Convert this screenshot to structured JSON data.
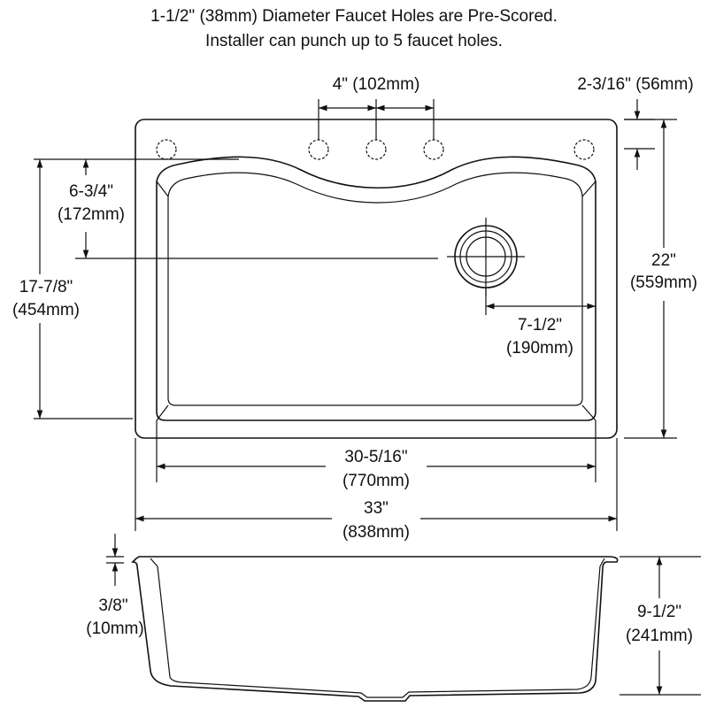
{
  "notes": {
    "line1": "1-1/2\" (38mm) Diameter Faucet Holes are Pre-Scored.",
    "line2": "Installer can punch up to 5 faucet holes."
  },
  "dimensions": {
    "faucet_spacing": "4\" (102mm)",
    "deck_depth": "2-3/16\" (56mm)",
    "overall_depth_in": "22\"",
    "overall_depth_mm": "(559mm)",
    "bowl_depth_in": "17-7/8\"",
    "bowl_depth_mm": "(454mm)",
    "drain_from_back_in": "6-3/4\"",
    "drain_from_back_mm": "(172mm)",
    "drain_from_side_in": "7-1/2\"",
    "drain_from_side_mm": "(190mm)",
    "bowl_width_in": "30-5/16\"",
    "bowl_width_mm": "(770mm)",
    "overall_width_in": "33\"",
    "overall_width_mm": "(838mm)",
    "rim_thickness_in": "3/8\"",
    "rim_thickness_mm": "(10mm)",
    "bowl_height_in": "9-1/2\"",
    "bowl_height_mm": "(241mm)"
  }
}
